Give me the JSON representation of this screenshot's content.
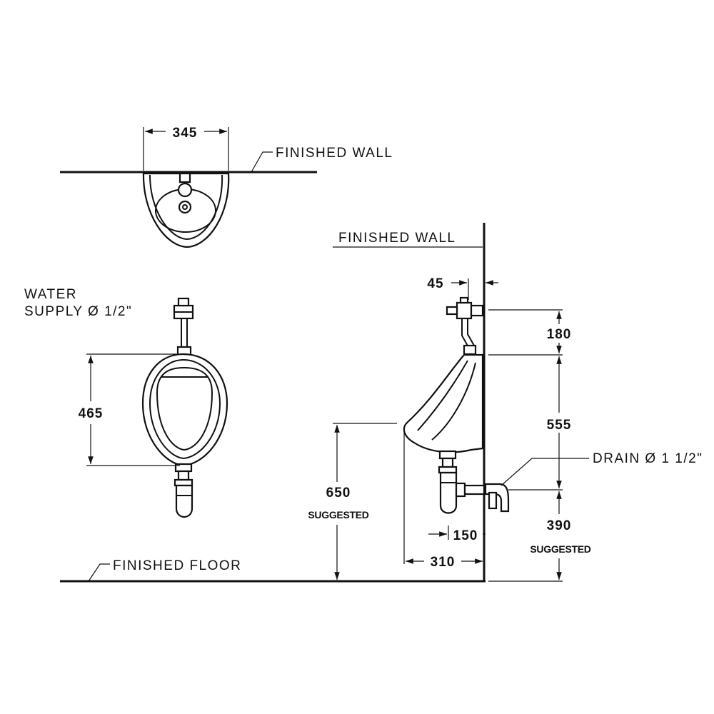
{
  "labels": {
    "finished_wall_top": "FINISHED  WALL",
    "finished_wall_side": "FINISHED  WALL",
    "water_supply_line1": "WATER",
    "water_supply_line2": "SUPPLY Ø 1/2\"",
    "drain": "DRAIN Ø 1 1/2\"",
    "finished_floor": "FINISHED  FLOOR",
    "suggested_650": "SUGGESTED",
    "suggested_390": "SUGGESTED"
  },
  "dimensions": {
    "top_width": "345",
    "front_height": "465",
    "flush_offset": "45",
    "flush_height": "180",
    "body_height": "555",
    "rim_height": "650",
    "drain_height": "390",
    "drain_offset": "150",
    "projection": "310"
  }
}
